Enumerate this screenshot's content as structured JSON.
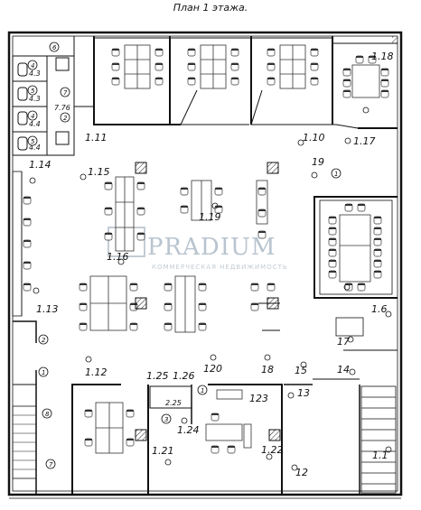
{
  "title": "План 1 этажа.",
  "watermark": {
    "brand": "PRADIUM",
    "tagline": "КОММЕРЧЕСКАЯ НЕДВИЖИМОСТЬ"
  },
  "rooms": [
    {
      "id": "r1",
      "label": "1.18"
    },
    {
      "id": "r2",
      "label": "1.11"
    },
    {
      "id": "r3",
      "label": "1.10"
    },
    {
      "id": "r4",
      "label": "1.17"
    },
    {
      "id": "r5",
      "label": "1.14"
    },
    {
      "id": "r6",
      "label": "1.15"
    },
    {
      "id": "r7",
      "label": "19"
    },
    {
      "id": "r8",
      "label": "1.19"
    },
    {
      "id": "r9",
      "label": "1.16"
    },
    {
      "id": "r10",
      "label": "1.13"
    },
    {
      "id": "r11",
      "label": "1.6"
    },
    {
      "id": "r12",
      "label": "17"
    },
    {
      "id": "r13",
      "label": "1.12"
    },
    {
      "id": "r14",
      "label": "1.25"
    },
    {
      "id": "r15",
      "label": "1.26"
    },
    {
      "id": "r16",
      "label": "120"
    },
    {
      "id": "r17",
      "label": "18"
    },
    {
      "id": "r18",
      "label": "15"
    },
    {
      "id": "r19",
      "label": "14"
    },
    {
      "id": "r20",
      "label": "123"
    },
    {
      "id": "r21",
      "label": "13"
    },
    {
      "id": "r22",
      "label": "1.24"
    },
    {
      "id": "r23",
      "label": "1.21"
    },
    {
      "id": "r24",
      "label": "1.22"
    },
    {
      "id": "r25",
      "label": "12"
    },
    {
      "id": "r26",
      "label": "1.1"
    }
  ],
  "small_labels": [
    {
      "id": "s1",
      "label": "7.76"
    },
    {
      "id": "s2",
      "label": "4.3"
    },
    {
      "id": "s3",
      "label": "4.3"
    },
    {
      "id": "s4",
      "label": "4.4"
    },
    {
      "id": "s5",
      "label": "4.4"
    },
    {
      "id": "s6",
      "label": "2.25"
    }
  ],
  "circle_markers": [
    {
      "id": "c1",
      "label": "6"
    },
    {
      "id": "c2",
      "label": "4"
    },
    {
      "id": "c3",
      "label": "5"
    },
    {
      "id": "c4",
      "label": "4"
    },
    {
      "id": "c5",
      "label": "5"
    },
    {
      "id": "c6",
      "label": "7"
    },
    {
      "id": "c7",
      "label": "2"
    },
    {
      "id": "c8",
      "label": "1"
    },
    {
      "id": "c9",
      "label": "2"
    },
    {
      "id": "c10",
      "label": "1"
    },
    {
      "id": "c11",
      "label": "8"
    },
    {
      "id": "c12",
      "label": "7"
    },
    {
      "id": "c13",
      "label": "3"
    },
    {
      "id": "c14",
      "label": "1"
    }
  ]
}
